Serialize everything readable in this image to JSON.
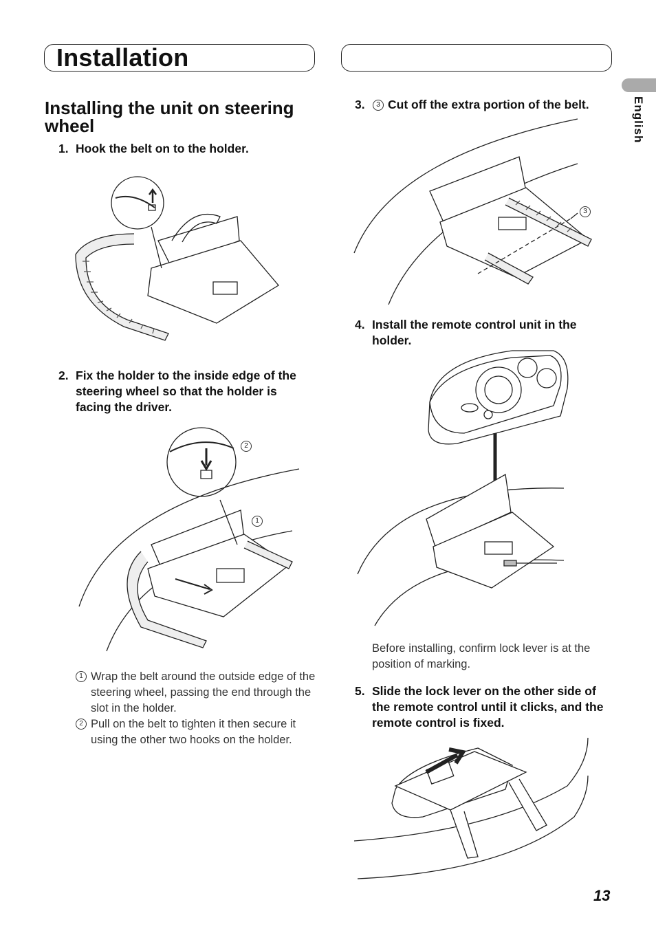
{
  "header": {
    "section_title": "Installation",
    "language_tab": "English"
  },
  "left": {
    "subtitle": "Installing the unit on steering wheel",
    "step1": {
      "num": "1.",
      "text": "Hook the belt on to the holder."
    },
    "step2": {
      "num": "2.",
      "text": "Fix the holder to the inside edge of the steering wheel so that the holder is facing the driver."
    },
    "fig2_callouts": [
      "2",
      "1"
    ],
    "notes": [
      {
        "marker": "1",
        "text": "Wrap the belt around the outside edge of the steering wheel, passing the end through the slot in the holder."
      },
      {
        "marker": "2",
        "text": "Pull on the belt to tighten it then secure it using the other two hooks on the holder."
      }
    ]
  },
  "right": {
    "step3": {
      "num": "3.",
      "marker": "3",
      "text": "Cut off the extra portion of the belt."
    },
    "fig3_callout": "3",
    "step4": {
      "num": "4.",
      "text": "Install the remote control unit in the holder."
    },
    "step4_note": "Before installing, confirm lock lever is at the position of marking.",
    "step5": {
      "num": "5.",
      "text": "Slide the lock lever on the other side of the remote control until it clicks, and the remote control is fixed."
    }
  },
  "page_number": "13"
}
